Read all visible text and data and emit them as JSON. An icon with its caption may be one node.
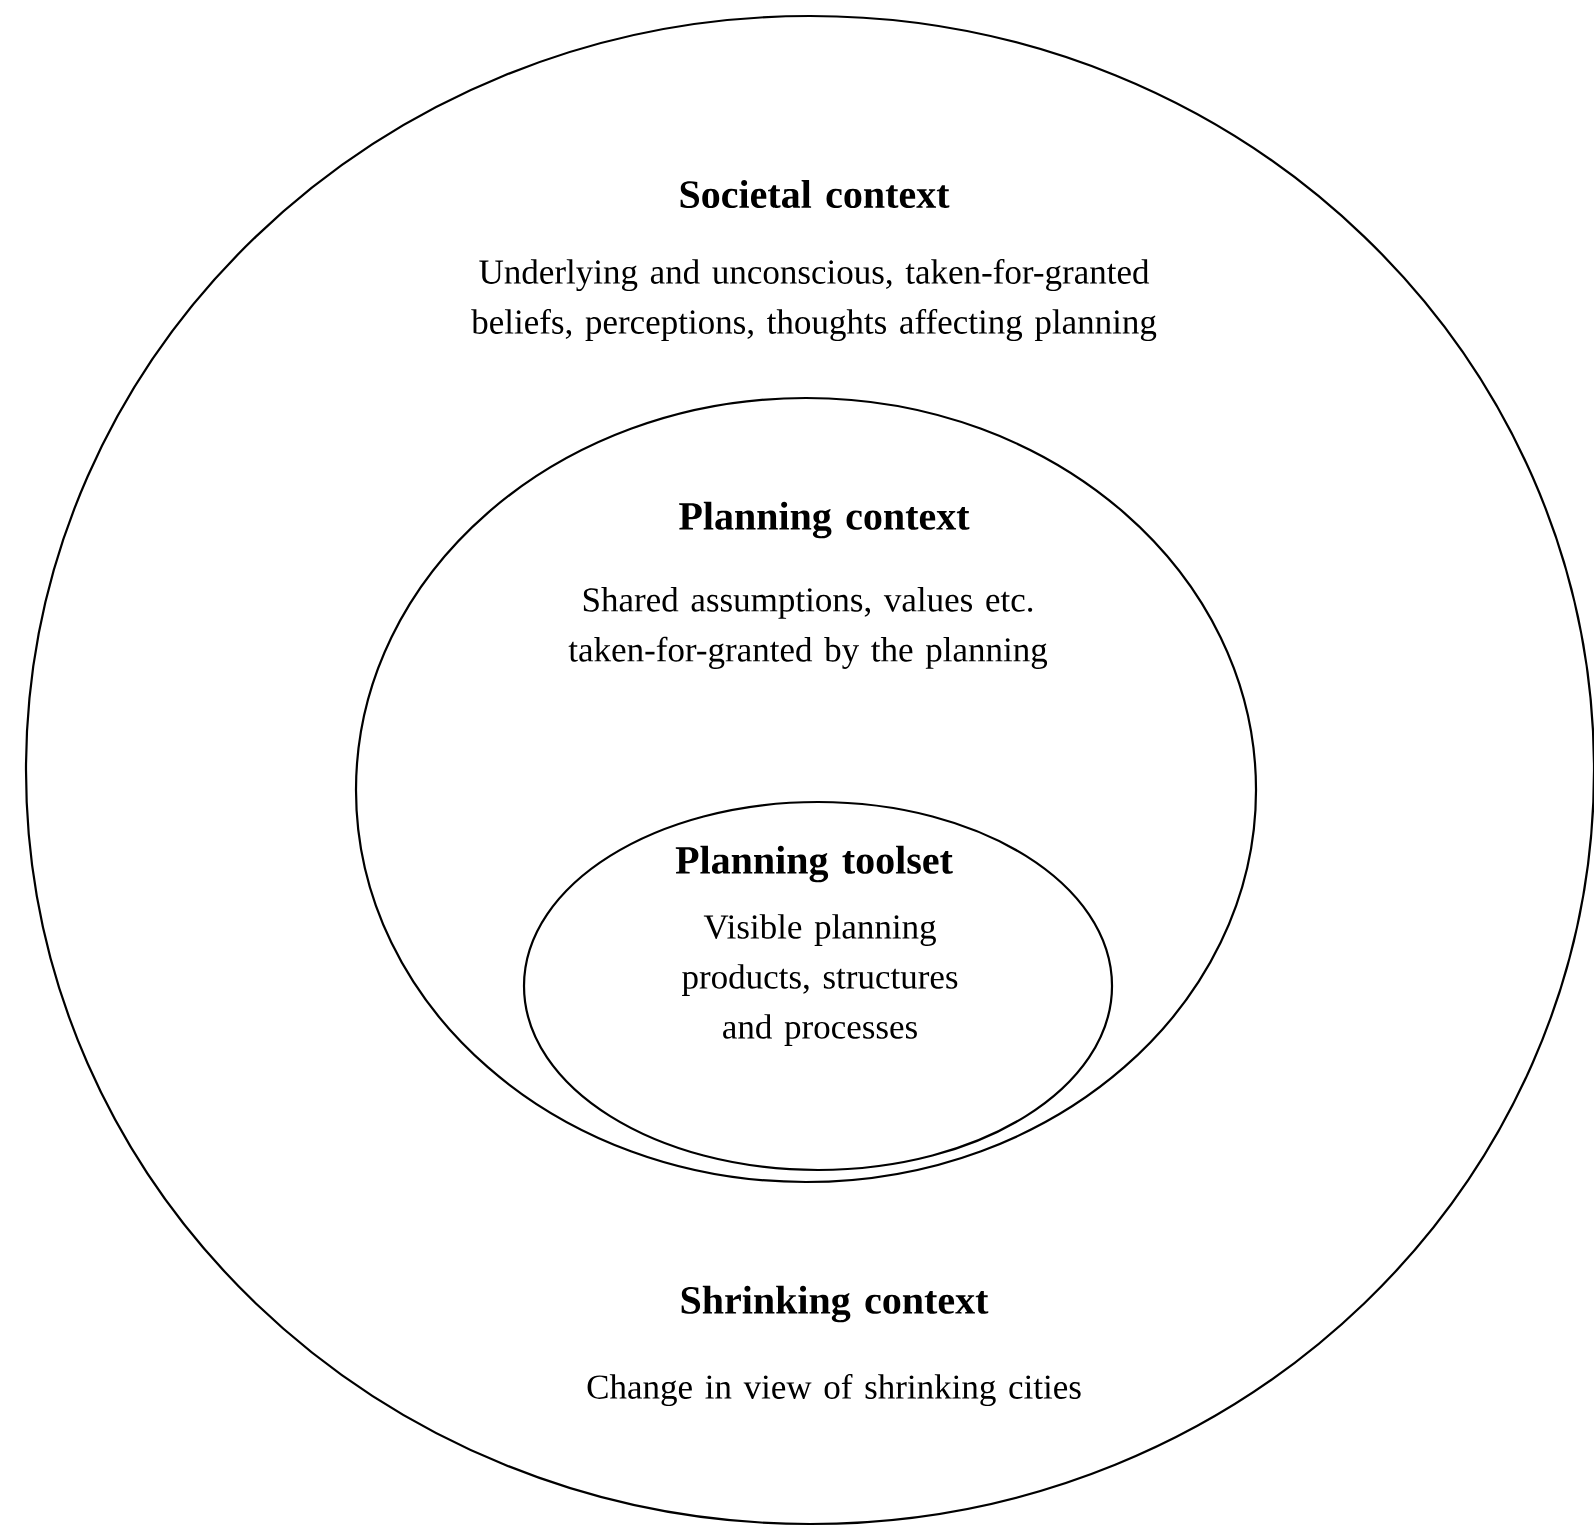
{
  "diagram": {
    "nodes": [
      {
        "text": [
          "Societal context",
          "Underlying and unconscious, taken-for-granted beliefs, perceptions, thoughts affecting planning",
          "Shrinking context",
          "Change in view of shrinking cities"
        ]
      },
      {
        "text": [
          "Planning context",
          "Shared assumptions, values etc. taken-for-granted by the planning"
        ],
        "in": 0
      },
      {
        "text": [
          "Planning toolset",
          "Visible planning products, structures and processes"
        ],
        "in": 1
      }
    ]
  }
}
